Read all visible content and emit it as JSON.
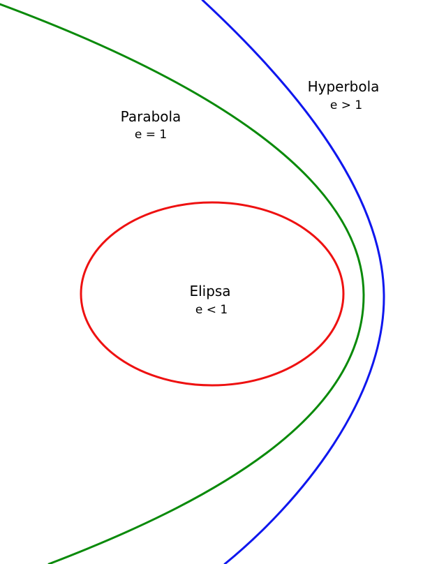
{
  "curves": {
    "ellipse": {
      "name": "Elipsa",
      "eccentricity_label": "e < 1",
      "color": "#ee1111"
    },
    "parabola": {
      "name": "Parabola",
      "eccentricity_label": "e = 1",
      "color": "#0a8a0a"
    },
    "hyperbola": {
      "name": "Hyperbola",
      "eccentricity_label": "e > 1",
      "color": "#0f17ee"
    }
  }
}
